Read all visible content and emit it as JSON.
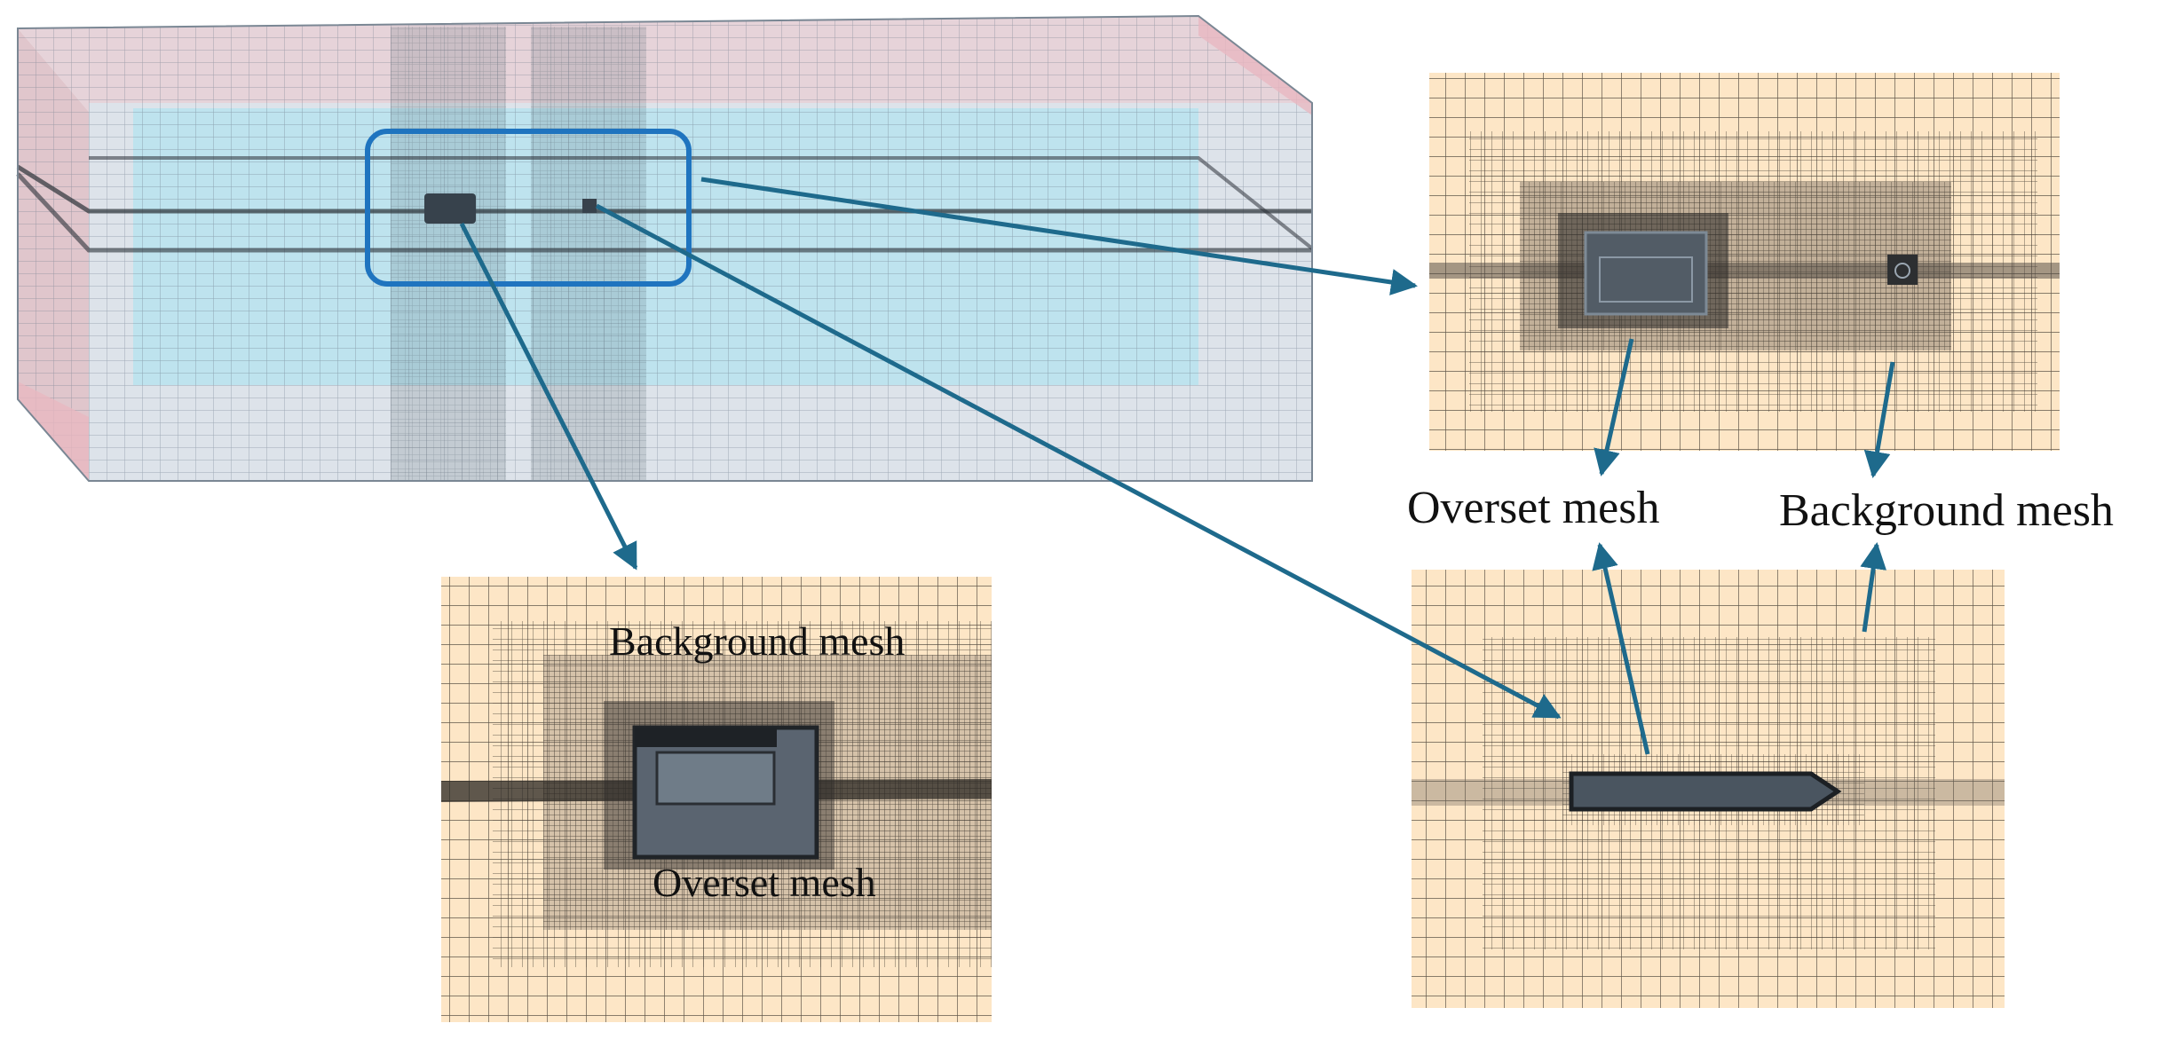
{
  "labels": {
    "overset_top": "Overset mesh",
    "background_top": "Background mesh",
    "background_bottom_left": "Background mesh",
    "overset_bottom_left": "Overset mesh"
  },
  "colors": {
    "mesh_fill": "#fde6c6",
    "mesh_line": "#3a342c",
    "domain_blue": "#b9e3ee",
    "domain_grey": "#dfe4ea",
    "domain_pink": "#e9c3c8",
    "callout_blue": "#1f74bf",
    "arrow": "#1e6a8c",
    "body_dark": "#3f4650"
  }
}
